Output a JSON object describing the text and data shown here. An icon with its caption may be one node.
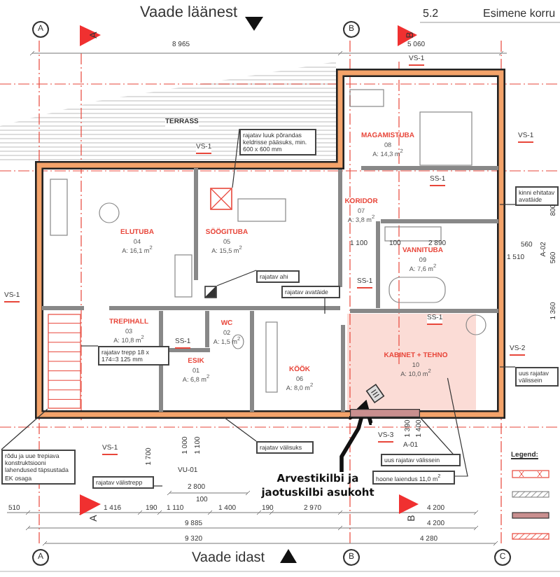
{
  "diagram": {
    "nodes": [
      {
        "text": [
          "MAGAMISTUBA",
          "08",
          "A: 14,3 m$^{2}$"
        ]
      },
      {
        "text": [
          "ELUTUBA",
          "04",
          "A: 16,1 m$^{2}$"
        ]
      },
      {
        "text": [
          "SÖÖGITUBA",
          "05",
          "A: 15,5 m$^{2}$"
        ]
      },
      {
        "text": [
          "KORIDOR",
          "07",
          "A: 3,8 m$^{2}$"
        ]
      },
      {
        "text": [
          "VANNITUBA",
          "09",
          "A: 7,6 m$^{2}$"
        ]
      },
      {
        "text": [
          "TREPIHALL",
          "03",
          "A: 10,8 m$^{2}$"
        ]
      },
      {
        "text": [
          "WC",
          "02",
          "A: 1,5 m$^{2}$"
        ]
      },
      {
        "text": [
          "ESIK",
          "01",
          "A: 6,8 m$^{2}$"
        ]
      },
      {
        "text": [
          "KÖÖK",
          "06",
          "A: 8,0 m$^{2}$"
        ]
      },
      {
        "text": [
          "KABINET + TEHNO",
          "10",
          "A: 10,0 m$^{2}$"
        ]
      },
      {
        "text": [
          "rajatav luuk põrandas keldrisse pääsuks, min. 600 x 600 mm"
        ]
      },
      {
        "text": [
          "kinni ehitatav avatäide"
        ]
      },
      {
        "text": [
          "rajatav ahi"
        ]
      },
      {
        "text": [
          "rajatav avatäide"
        ]
      },
      {
        "text": [
          "rajatav trepp 18 x 174=3 125 mm"
        ]
      },
      {
        "text": [
          "uus rajatav välissein"
        ]
      },
      {
        "text": [
          "rõdu ja uue trepiava konstruktsiooni lahendused täpsustada EK osaga"
        ]
      },
      {
        "text": [
          "rajatav välisuks"
        ]
      },
      {
        "text": [
          "rajatav välistrepp"
        ]
      },
      {
        "text": [
          "uus rajatav välissein"
        ]
      },
      {
        "text": [
          "hoone laiendus 11,0 m$^{2}$"
        ]
      },
      {
        "text": [
          "Arvestikilbi ja jaotuskilbi asukoht"
        ]
      },
      {
        "text": [],
        "shape": "picture"
      },
      {
        "text": [
          "A"
        ]
      },
      {
        "text": [
          "B"
        ]
      },
      {
        "text": [
          "A"
        ]
      },
      {
        "text": [
          "B"
        ]
      },
      {
        "text": [
          "C"
        ]
      },
      {
        "text": [],
        "shape": "box"
      },
      {
        "text": [],
        "shape": "box"
      },
      {
        "text": [],
        "shape": "picture"
      },
      {
        "text": [],
        "shape": "bar"
      }
    ],
    "edges": [
      {
        "from": 10,
        "to": 28,
        "arrow": "none"
      },
      {
        "from": 11,
        "to": null,
        "arrow": "none"
      },
      {
        "from": 12,
        "to": 29,
        "arrow": "none"
      },
      {
        "from": 13,
        "to": null,
        "arrow": "none"
      },
      {
        "from": 14,
        "to": 22,
        "arrow": "none"
      },
      {
        "from": 15,
        "to": null,
        "arrow": "none"
      },
      {
        "from": 16,
        "to": 22,
        "arrow": "none"
      },
      {
        "from": 17,
        "to": null,
        "arrow": "none"
      },
      {
        "from": 18,
        "to": null,
        "arrow": "none"
      },
      {
        "from": 19,
        "to": 31,
        "arrow": "none"
      },
      {
        "from": 20,
        "to": 9,
        "arrow": "none"
      },
      {
        "from": 21,
        "to": 30,
        "arrow": "to",
        "style": "thick"
      }
    ],
    "labels": [
      "Vaade läänest",
      "A",
      "5.2",
      "Esimene korru",
      "B",
      "8 965",
      "5 060",
      "VS-1",
      "TERRASS",
      "VS-1",
      "VS-1",
      "SS-1",
      "800",
      "1 100",
      "100",
      "2 890",
      "560",
      "1 510",
      "A-02",
      "560",
      "SS-1",
      "VS-1",
      "1 360",
      "SS-1",
      "SS-1",
      "VS-2",
      "1 390",
      "1 400",
      "VS-3",
      "1 000",
      "1 100",
      "A-01",
      "VS-1",
      "Legend:",
      "1 700",
      "VU-01",
      "2 800",
      "100",
      "510",
      "1 416",
      "190",
      "1 110",
      "1 400",
      "190",
      "2 970",
      "4 200",
      "A",
      "B",
      "9 885",
      "4 200",
      "9 320",
      "4 280",
      "Vaade idast"
    ]
  }
}
